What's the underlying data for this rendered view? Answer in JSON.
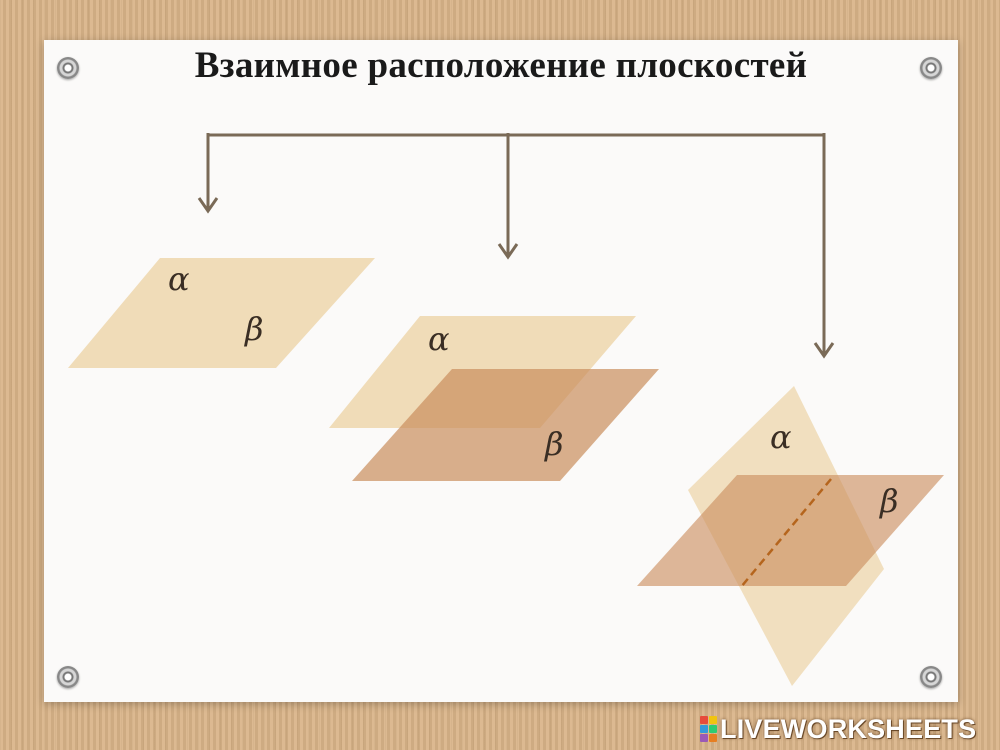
{
  "title": "Взаимное расположение плоскостей",
  "planes": {
    "coincident": {
      "alpha": "α",
      "beta": "β"
    },
    "parallel": {
      "alpha": "α",
      "beta": "β"
    },
    "intersecting": {
      "alpha": "α",
      "beta": "β"
    }
  },
  "colors": {
    "plane_light": "#f0dcb8",
    "plane_dark": "#c98d5c",
    "arrow": "#7a6a57",
    "intersection_line": "#b5651d"
  },
  "watermark": "LIVEWORKSHEETS"
}
